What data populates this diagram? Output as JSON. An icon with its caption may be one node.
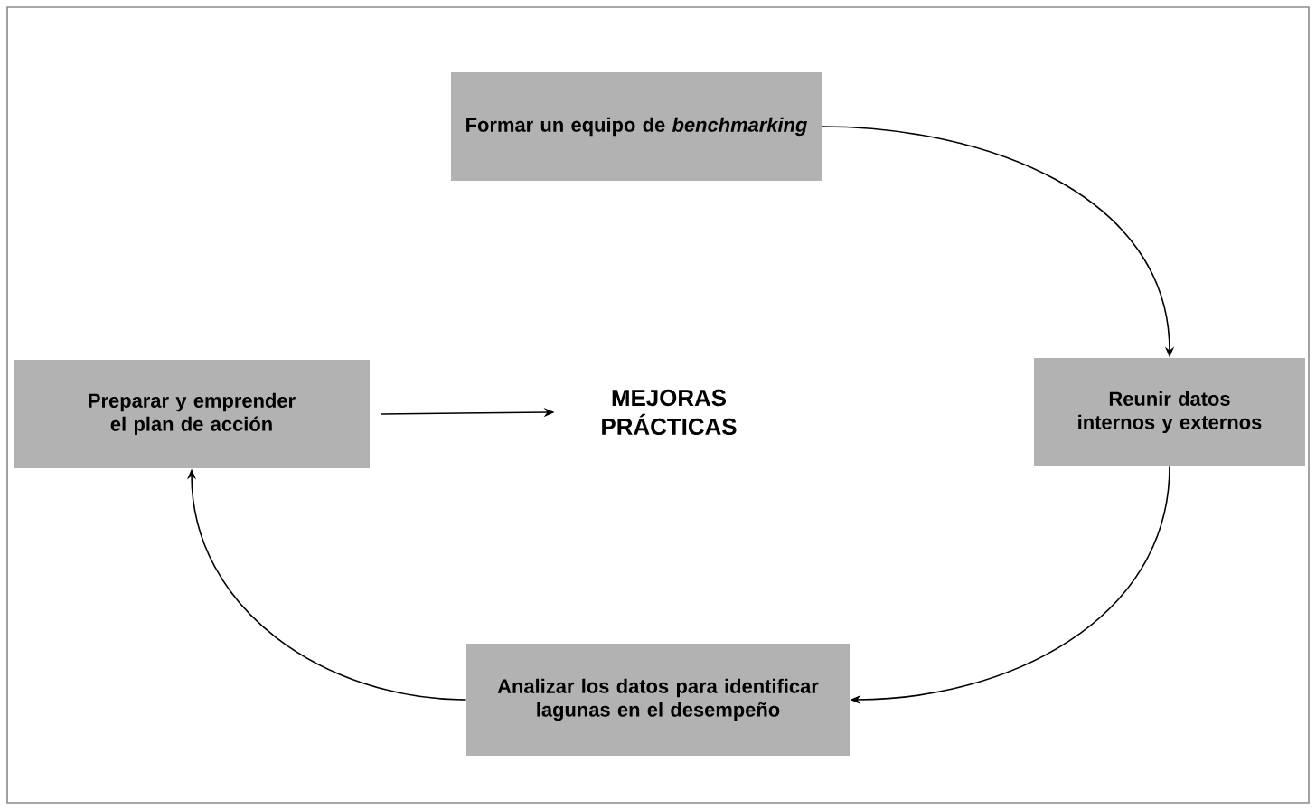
{
  "diagram": {
    "nodes": [
      {
        "text": [
          "Formar un equipo de *benchmarking*"
        ]
      },
      {
        "text": [
          "Reunir datos internos y externos"
        ]
      },
      {
        "text": [
          "Analizar los datos para identificar lagunas en el desempeño"
        ]
      },
      {
        "text": [
          "Preparar y emprender el plan de acción"
        ]
      },
      {
        "text": [
          "MEJORAS PRÁCTICAS"
        ]
      }
    ],
    "edges": [
      {
        "from": 0,
        "to": 1,
        "arrow": "to"
      },
      {
        "from": 1,
        "to": 2,
        "arrow": "to"
      },
      {
        "from": 2,
        "to": 3,
        "arrow": "to"
      },
      {
        "from": 3,
        "to": 4,
        "arrow": "to"
      }
    ]
  }
}
